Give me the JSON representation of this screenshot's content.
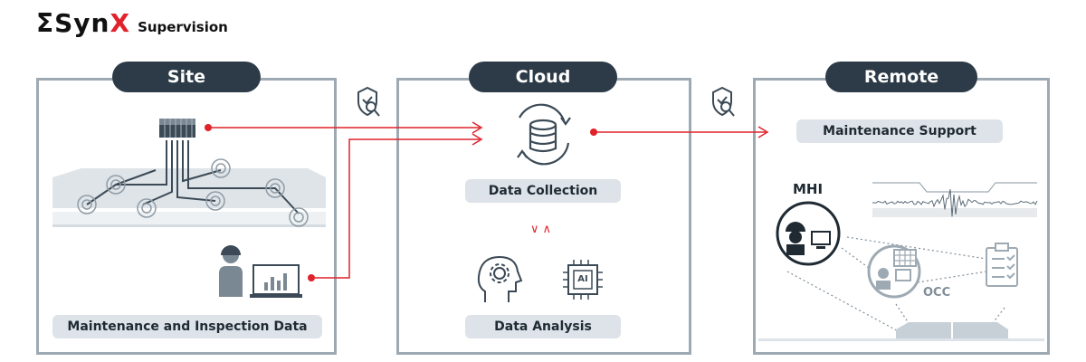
{
  "logo": {
    "mark_black": "ΣSyn",
    "mark_red": "X",
    "subtitle": "Supervision"
  },
  "panels": {
    "site": {
      "title": "Site",
      "caption": "Maintenance and Inspection Data"
    },
    "cloud": {
      "title": "Cloud",
      "collection_label": "Data Collection",
      "analysis_label": "Data Analysis",
      "ai_chip_text": "AI"
    },
    "remote": {
      "title": "Remote",
      "support_label": "Maintenance Support",
      "mhi_label": "MHI",
      "occ_label": "OCC"
    }
  },
  "icons": {
    "security_1": "shield-search-icon",
    "security_2": "shield-search-icon",
    "database": "database-sync-icon",
    "head_gear": "head-gear-icon",
    "ai_chip": "ai-chip-icon",
    "worker_laptop": "worker-laptop-icon",
    "operator": "operator-computer-icon",
    "clipboard": "checklist-clipboard-icon"
  },
  "colors": {
    "accent_red": "#e0222a",
    "panel_border": "#9eaab3",
    "pill_dark": "#2c3b47",
    "tag_bg": "#dde3e8"
  }
}
